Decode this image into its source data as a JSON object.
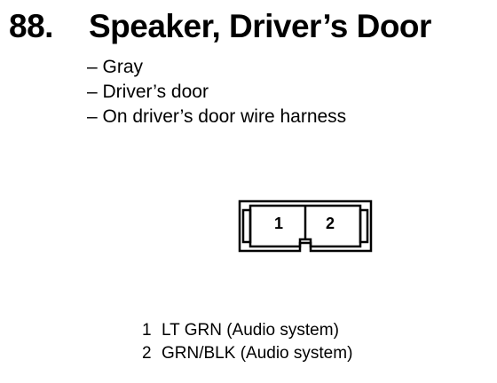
{
  "heading": {
    "number": "88.",
    "title": "Speaker, Driver’s Door"
  },
  "details": [
    "Gray",
    "Driver’s door",
    "On driver’s door wire harness"
  ],
  "connector": {
    "terminals": [
      "1",
      "2"
    ]
  },
  "pins": [
    {
      "number": "1",
      "text": "LT GRN (Audio system)"
    },
    {
      "number": "2",
      "text": "GRN/BLK (Audio system)"
    }
  ]
}
